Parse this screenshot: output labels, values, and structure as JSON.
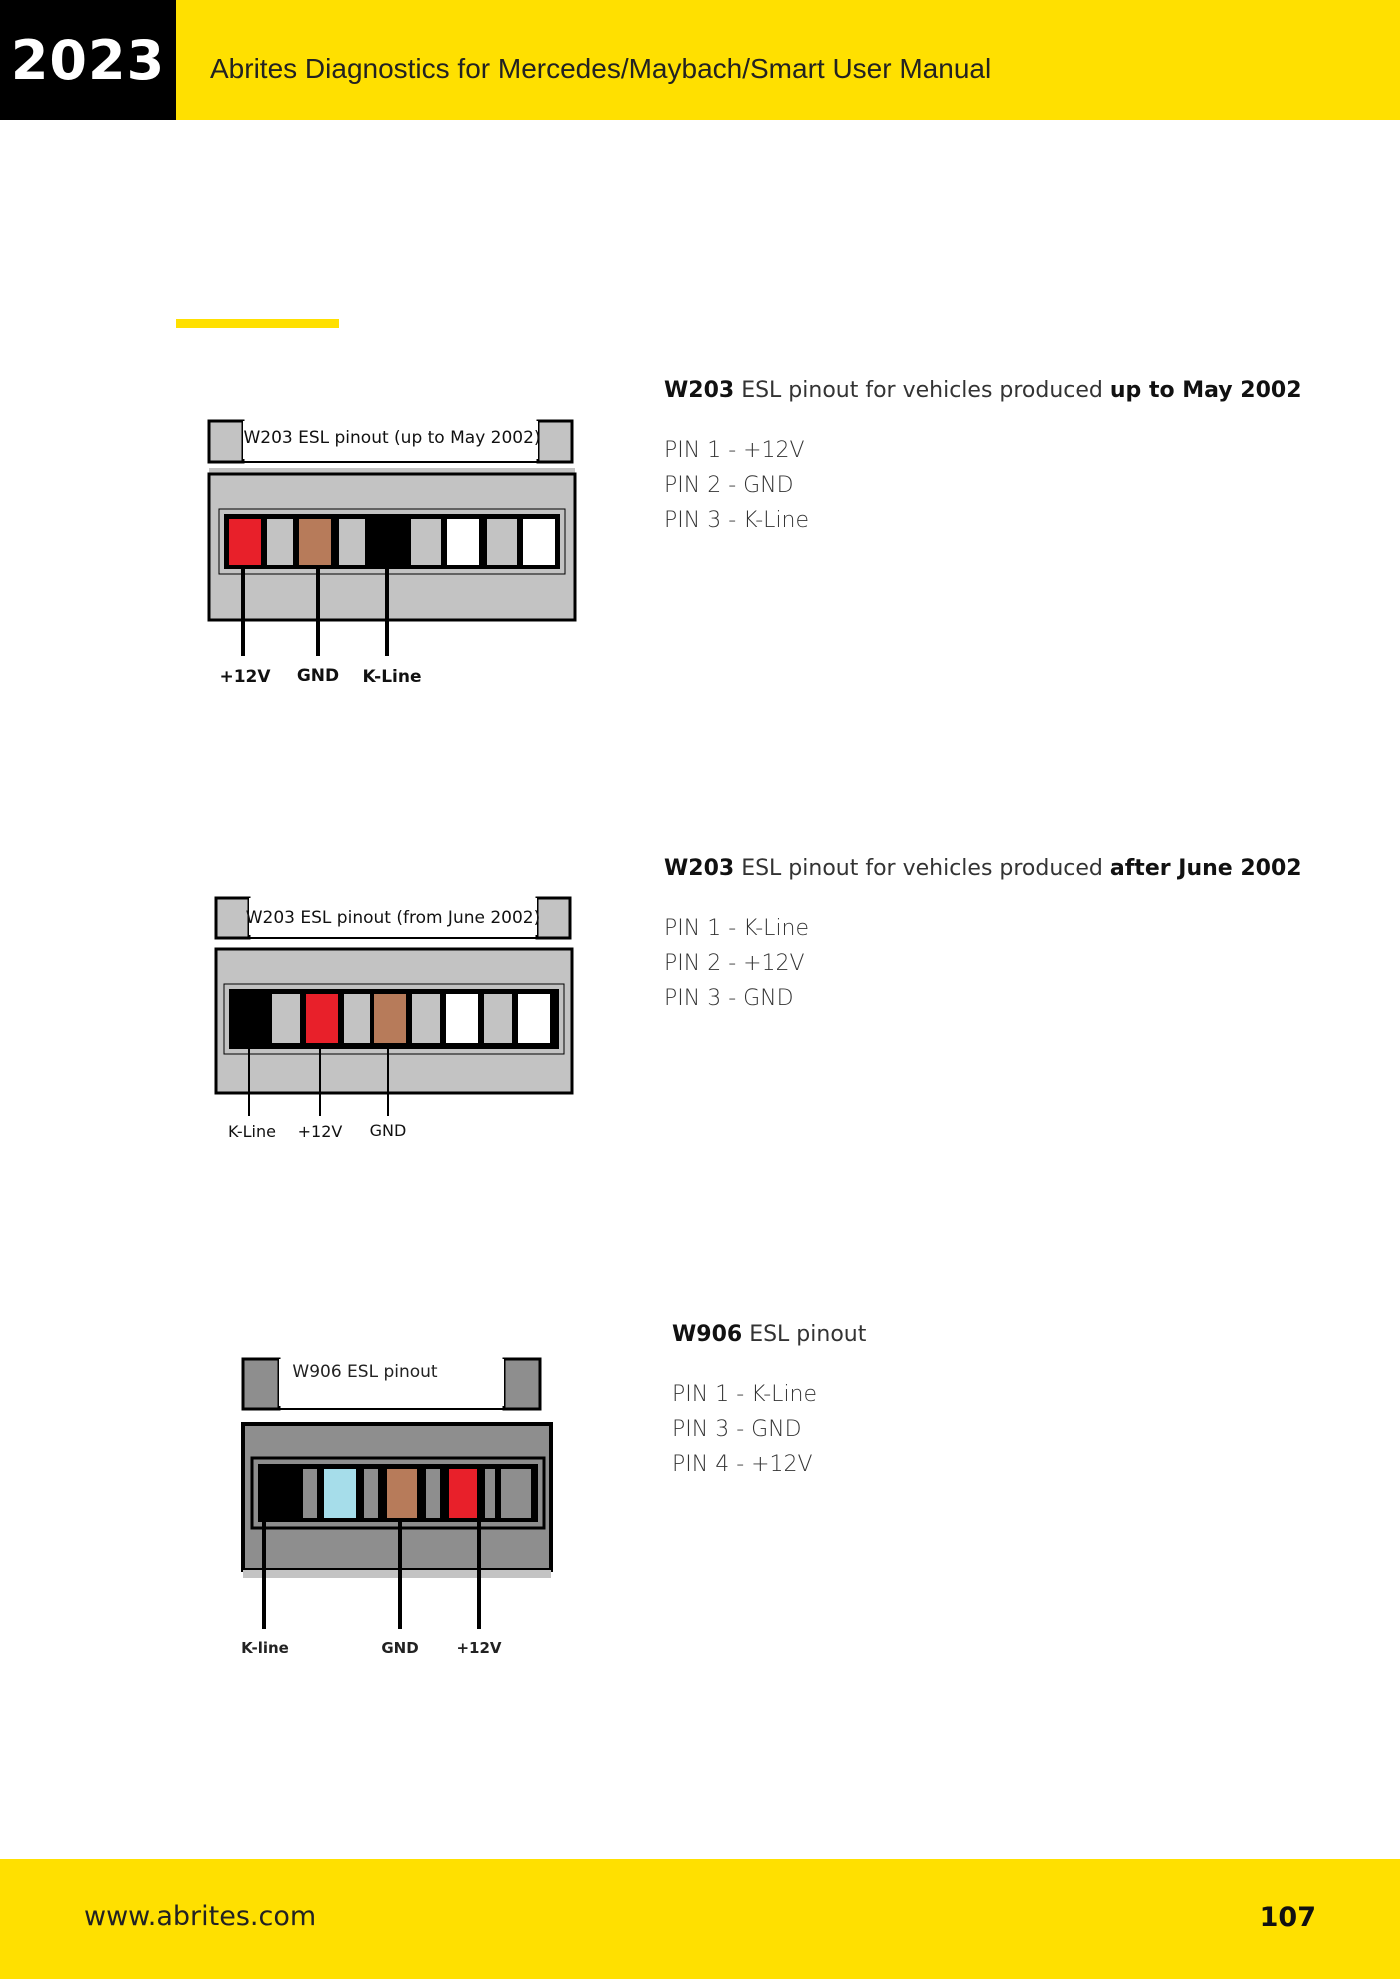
{
  "header": {
    "year": "2023",
    "title": "Abrites Diagnostics for Mercedes/Maybach/Smart User Manual"
  },
  "figures": [
    {
      "caption": "W203 ESL pinout (up to May 2002)",
      "pin_labels": [
        "+12V",
        "GND",
        "K-Line"
      ]
    },
    {
      "caption": "W203 ESL pinout (from June 2002)",
      "pin_labels": [
        "K-Line",
        "+12V",
        "GND"
      ]
    },
    {
      "caption": "W906 ESL pinout",
      "pin_labels": [
        "K-line",
        "GND",
        "+12V"
      ]
    }
  ],
  "sections": [
    {
      "model": "W203",
      "text": " ESL pinout for vehicles produced ",
      "emphasis": "up to May 2002",
      "pins": [
        "PIN 1 - +12V",
        "PIN 2 - GND",
        "PIN 3 - K-Line"
      ]
    },
    {
      "model": "W203",
      "text": " ESL pinout for vehicles produced ",
      "emphasis": "after June 2002",
      "pins": [
        "PIN 1 - K-Line",
        "PIN 2 - +12V",
        "PIN 3 - GND"
      ]
    },
    {
      "model": "W906",
      "text": " ESL pinout",
      "emphasis": "",
      "pins": [
        "PIN 1 - K-Line",
        "PIN 3 - GND",
        "PIN 4 - +12V"
      ]
    }
  ],
  "footer": {
    "website": "www.abrites.com",
    "page_number": "107"
  },
  "colors": {
    "accent": "#FFE000",
    "pin_red": "#E8202A",
    "pin_brown": "#B77B5A",
    "pin_light_blue": "#A6DDEA",
    "connector_gray": "#C3C3C3",
    "connector_dark_gray": "#8E8E8E"
  }
}
